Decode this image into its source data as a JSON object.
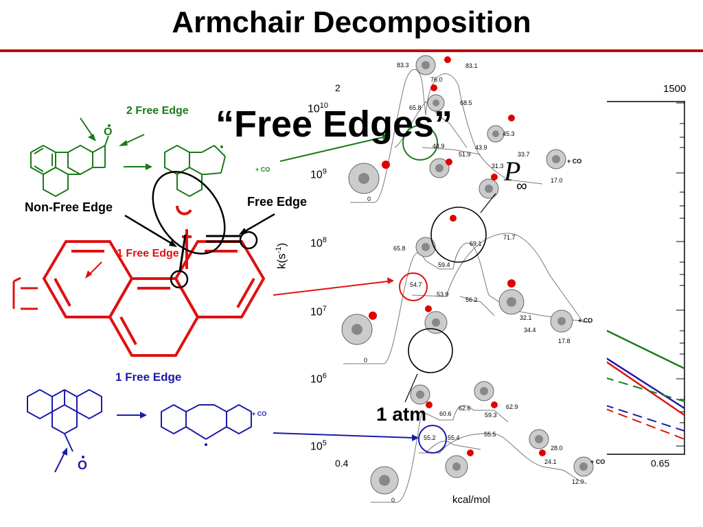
{
  "title": "Armchair Decomposition",
  "overlay": {
    "free_edges": "“Free Edges”",
    "p": "P",
    "infinity": "∞",
    "one_atm": "1 atm",
    "kcal": "kcal/mol"
  },
  "labels": {
    "two_free_edge": "2 Free Edge",
    "non_free_edge": "Non-Free Edge",
    "free_edge": "Free Edge",
    "one_free_edge_red": "1 Free Edge",
    "one_free_edge_blue": "1 Free Edge",
    "plus_co": "+ CO",
    "o_radical": "O",
    "green_o": "O"
  },
  "axis": {
    "top_left": "2",
    "top_right": "1500",
    "y_ticks": [
      {
        "base": "10",
        "exp": "10"
      },
      {
        "base": "10",
        "exp": "9"
      },
      {
        "base": "10",
        "exp": "8"
      },
      {
        "base": "10",
        "exp": "7"
      },
      {
        "base": "10",
        "exp": "6"
      },
      {
        "base": "10",
        "exp": "5"
      }
    ],
    "x_left": "0.4",
    "x_right": "0.65",
    "y_label": "k(s",
    "y_label_sup": "-1",
    "y_label_close": ")"
  },
  "energies": {
    "green": [
      "83.3",
      "83.1",
      "76.0",
      "65.8",
      "68.5",
      "45.3",
      "44.9",
      "43.9",
      "33.7",
      "51.9",
      "31.3",
      "17.0",
      "0",
      "+ CO"
    ],
    "red": [
      "71.7",
      "69.1",
      "65.8",
      "59.4",
      "54.7",
      "53.9",
      "56.2",
      "32.1",
      "34.4",
      "17.8",
      "0",
      "+ CO"
    ],
    "blue": [
      "60.6",
      "62.6",
      "59.3",
      "62.9",
      "55.2",
      "55.4",
      "55.5",
      "28.0",
      "24.1",
      "12.0",
      "0",
      "+ CO"
    ]
  },
  "colors": {
    "green": "#1a7a1a",
    "red": "#e01010",
    "blue": "#1a1aaa",
    "rule": "#c00000"
  }
}
